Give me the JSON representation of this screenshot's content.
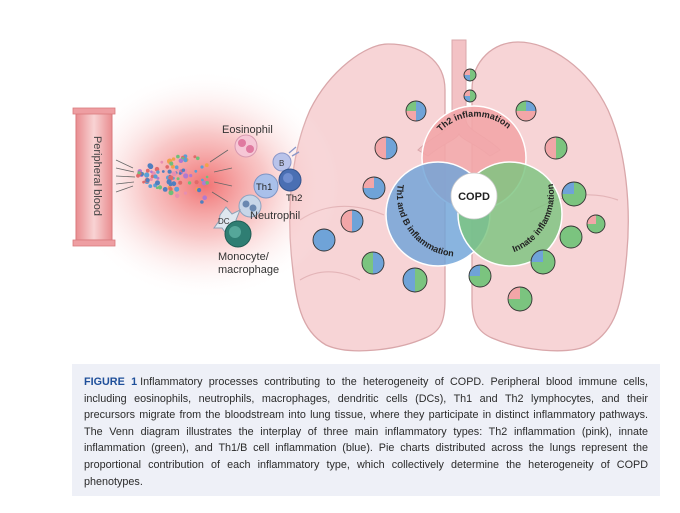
{
  "figure": {
    "peripheral_blood_label": "Peripheral blood",
    "cells": {
      "eosinophil": "Eosinophil",
      "b_cell": "B",
      "th1": "Th1",
      "th2": "Th2",
      "dc": "DC",
      "neutrophil": "Neutrophil",
      "monocyte_line1": "Monocyte/",
      "monocyte_line2": "macrophage"
    },
    "venn": {
      "center": "COPD",
      "th2_inflammation": "Th2 inflammation",
      "th1_b_inflammation": "Th1 and B inflammation",
      "innate_inflammation": "Innate inflammation"
    },
    "colors": {
      "th2_pink": "#f2a6a8",
      "innate_green": "#7bc47f",
      "th1_blue": "#6fa3d8",
      "lung": "#f7d4d6",
      "caption_accent": "#1f4f9a"
    }
  },
  "caption": {
    "label": "FIGURE 1",
    "text": "Inflammatory processes contributing to the heterogeneity of COPD. Peripheral blood immune cells, including eosinophils, neutrophils, macrophages, dendritic cells (DCs), Th1 and Th2 lymphocytes, and their precursors migrate from the bloodstream into lung tissue, where they participate in distinct inflammatory pathways. The Venn diagram illustrates the interplay of three main inflammatory types: Th2 inflammation (pink), innate inflammation (green), and Th1/B cell inflammation (blue). Pie charts distributed across the lungs represent the proportional contribution of each inflammatory type, which collectively determine the heterogeneity of COPD phenotypes."
  }
}
